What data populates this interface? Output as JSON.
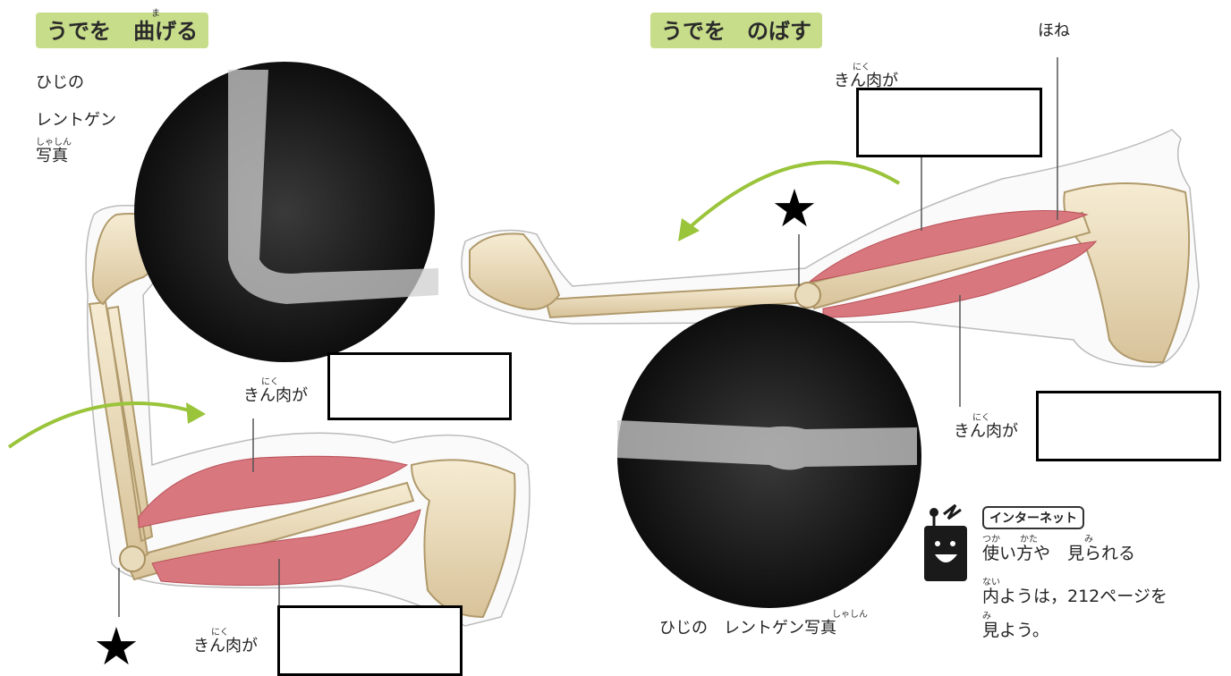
{
  "bend": {
    "title_pre": "うでを",
    "title_kanji": "曲げる",
    "title_ruby": "ま",
    "xray_label_line1": "ひじの",
    "xray_label_line2": "レントゲン",
    "xray_label_ruby": "しゃしん",
    "xray_label_line3": "写真",
    "muscle_upper": "きん肉が",
    "muscle_upper_ruby": "にく",
    "muscle_lower": "きん肉が",
    "muscle_lower_ruby": "にく",
    "joint_marker": "★"
  },
  "extend": {
    "title": "うでを　のばす",
    "bone_label": "ほね",
    "muscle_upper": "きん肉が",
    "muscle_upper_ruby": "にく",
    "muscle_lower": "きん肉が",
    "muscle_lower_ruby": "にく",
    "xray_label": "ひじの　レントゲン写真",
    "xray_label_ruby": "しゃしん",
    "joint_marker": "★"
  },
  "internet": {
    "tag": "インターネット",
    "line1": "使い方や　見られる",
    "line1_ruby_a": "つか",
    "line1_ruby_b": "かた",
    "line1_ruby_c": "み",
    "line2": "内ようは，212ページを",
    "line2_ruby": "ない",
    "line3": "見よう。",
    "line3_ruby": "み"
  },
  "colors": {
    "title_bg": "#c8dd8a",
    "arrow": "#9ac43a",
    "muscle": "#d9777e",
    "bone": "#efe2c4"
  },
  "icons": [
    "bone-icon",
    "muscle-icon",
    "xray-icon",
    "robot-icon",
    "star-icon",
    "arrow-icon"
  ]
}
